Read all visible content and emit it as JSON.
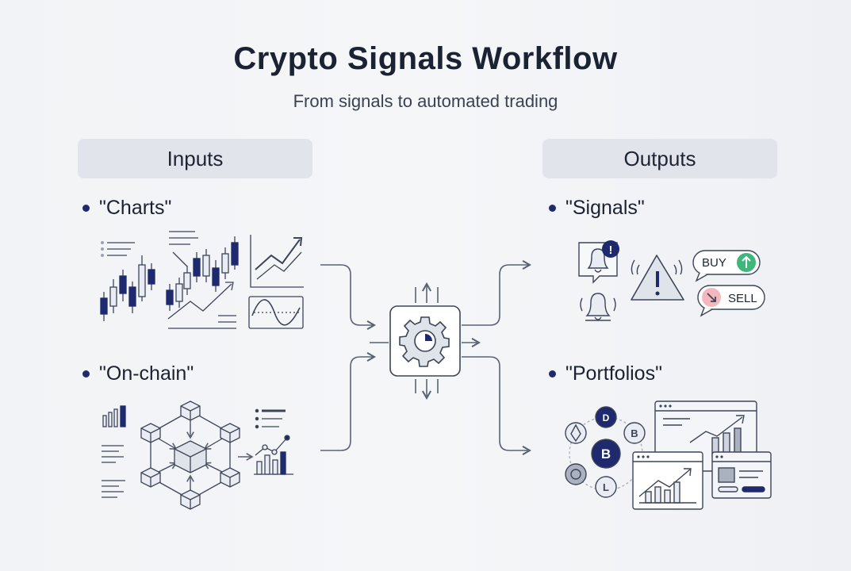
{
  "header": {
    "title": "Crypto Signals Workflow",
    "subtitle": "From signals to automated trading"
  },
  "inputs": {
    "label": "Inputs",
    "items": [
      {
        "label": "\"Charts\""
      },
      {
        "label": "\"On-chain\""
      }
    ]
  },
  "outputs": {
    "label": "Outputs",
    "items": [
      {
        "label": "\"Signals\""
      },
      {
        "label": "\"Portfolios\""
      }
    ],
    "signals": {
      "buy_label": "BUY",
      "sell_label": "SELL"
    }
  },
  "colors": {
    "navy": "#1f2a6e",
    "stroke": "#3c4557",
    "buy_green": "#3fb67a",
    "sell_red": "#f2b8bd",
    "header_box": "#e1e4ea"
  },
  "icons": [
    "gear-icon",
    "bell-icon",
    "warning-icon",
    "candlestick-icon",
    "blockchain-icon",
    "bitcoin-icon",
    "ethereum-icon",
    "litecoin-icon",
    "dash-icon",
    "dashboard-icon"
  ]
}
